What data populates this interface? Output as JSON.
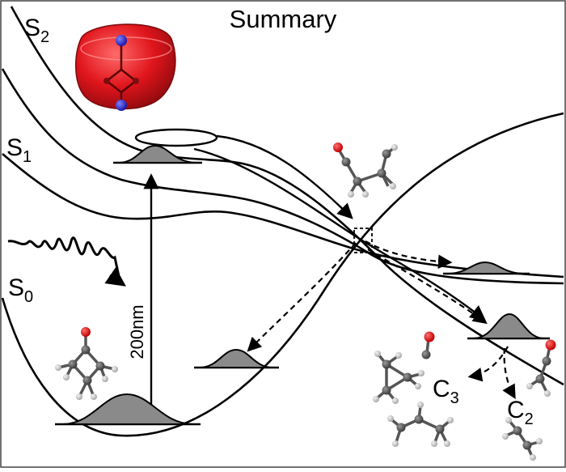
{
  "title": "Summary",
  "states": {
    "s2": {
      "letter": "S",
      "sub": "2"
    },
    "s1": {
      "letter": "S",
      "sub": "1"
    },
    "s0": {
      "letter": "S",
      "sub": "0"
    }
  },
  "excitation_label": "200nm",
  "channels": {
    "c3": {
      "letter": "C",
      "sub": "3"
    },
    "c2": {
      "letter": "C",
      "sub": "2"
    }
  },
  "colors": {
    "orbital": "#e0151c",
    "orbital_dark": "#9a0c10",
    "nitrogen": "#2a2adc",
    "oxygen": "#e60000",
    "carbon": "#5c5c5c",
    "hydrogen": "#d0d0d0",
    "wavepacket": "#8a8a8a",
    "line": "#000000"
  }
}
